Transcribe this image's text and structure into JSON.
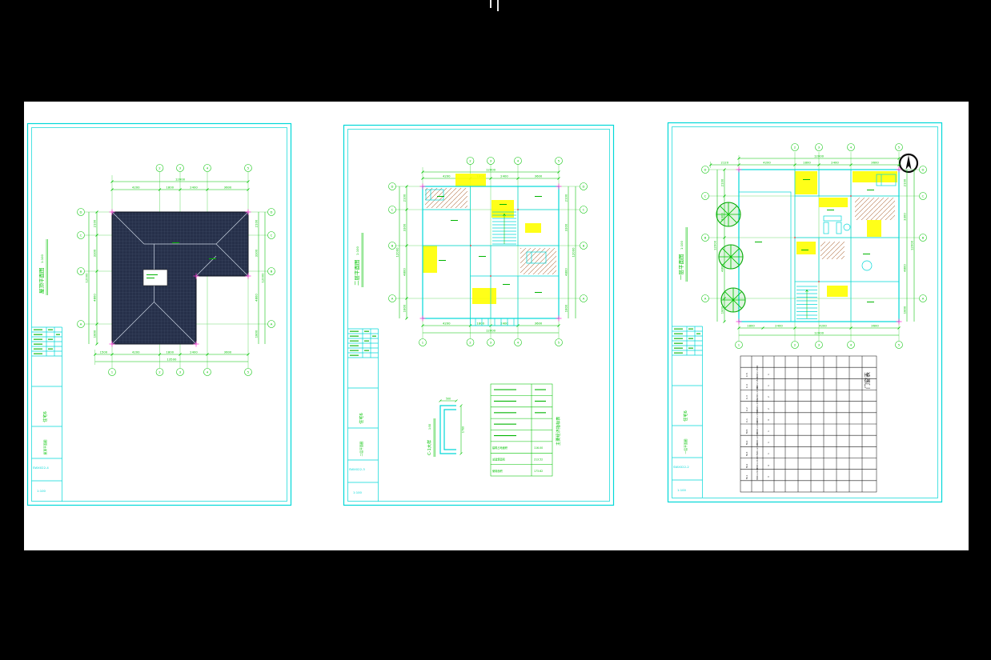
{
  "viewer": {
    "background": "#000000",
    "canvas_background": "#ffffff"
  },
  "axes": {
    "top": [
      "2",
      "3",
      "4",
      "5"
    ],
    "bottom": [
      "1",
      "2",
      "3",
      "4",
      "5"
    ],
    "left": [
      "D",
      "C",
      "B",
      "A"
    ],
    "right": [
      "D",
      "C",
      "B",
      "A"
    ]
  },
  "sheet1": {
    "name": "屋顶平面图",
    "scale": "1:100",
    "dims": {
      "top": [
        "4200",
        "1800",
        "2400",
        "3600"
      ],
      "top_total": "12000",
      "bottom": [
        "1500",
        "4200",
        "1800",
        "2400",
        "3600"
      ],
      "bottom_total": "13500",
      "left": [
        "2100",
        "3300",
        "4800",
        "1800"
      ],
      "left_total": "12000",
      "right": [
        "2100",
        "3300",
        "4800",
        "1800"
      ],
      "right_total": "12000"
    },
    "title_block": {
      "project": "住宅6",
      "drawing": "屋顶平面图",
      "number": "SWX022-4",
      "scale": "1:100"
    }
  },
  "sheet2": {
    "name": "二层平面图",
    "scale": "1:100",
    "dims": {
      "top": [
        "4200",
        "1800",
        "2400",
        "3600"
      ],
      "top_total": "12000",
      "bottom": [
        "4200",
        "1800",
        "2400",
        "3600"
      ],
      "bottom_total": "12000",
      "left": [
        "2100",
        "3300",
        "4800",
        "1800"
      ],
      "left_total": "12000",
      "right": [
        "2100",
        "3300",
        "4800",
        "1800"
      ],
      "right_total": "12000"
    },
    "detail": {
      "title": "C-1大样",
      "scale": "1:50",
      "dim_width": "500",
      "dim_height": "1780"
    },
    "table": {
      "title": "主要经济指标表",
      "rows": [
        {
          "label": "建筑占地面积",
          "value": "116.00"
        },
        {
          "label": "总建筑面积",
          "value": "213.52"
        },
        {
          "label": "使用面积",
          "value": "173.62"
        }
      ]
    },
    "title_block": {
      "project": "住宅6",
      "drawing": "二层平面图",
      "number": "SWX022-3",
      "scale": "1:100"
    }
  },
  "sheet3": {
    "name": "一层平面图",
    "scale": "1:100",
    "dims": {
      "top": [
        "4200",
        "1800",
        "2400",
        "3600"
      ],
      "top_total": "12000",
      "offset_left": "2120",
      "bottom": [
        "1800",
        "2400",
        "4200",
        "3600"
      ],
      "bottom_total": "12000",
      "left": [
        "2100",
        "3300",
        "4800",
        "1800"
      ],
      "left_total": "12000",
      "right": [
        "2100",
        "3300",
        "4800",
        "1800"
      ],
      "right_total": "12000"
    },
    "schedule": {
      "title": "门窗表",
      "windows": [
        {
          "code": "C-1",
          "size": "1800×1500",
          "count": "4"
        },
        {
          "code": "C-2",
          "size": "1500×1500",
          "count": "2"
        },
        {
          "code": "C-3",
          "size": "1200×1500",
          "count": "2"
        },
        {
          "code": "C-4",
          "size": "900×1500",
          "count": "1"
        },
        {
          "code": "C-5",
          "size": "600×1500",
          "count": "1"
        }
      ],
      "doors": [
        {
          "code": "M-1",
          "size": "900×2100",
          "count": "3"
        },
        {
          "code": "M-2",
          "size": "800×2100",
          "count": "4"
        },
        {
          "code": "M-3",
          "size": "1500×2400",
          "count": "1"
        },
        {
          "code": "M-4",
          "size": "2400×2400",
          "count": "1"
        },
        {
          "code": "M-5",
          "size": "3300×2400",
          "count": "1"
        }
      ]
    },
    "title_block": {
      "project": "住宅6",
      "drawing": "一层平面图",
      "number": "SWX022-2",
      "scale": "1:100"
    }
  }
}
